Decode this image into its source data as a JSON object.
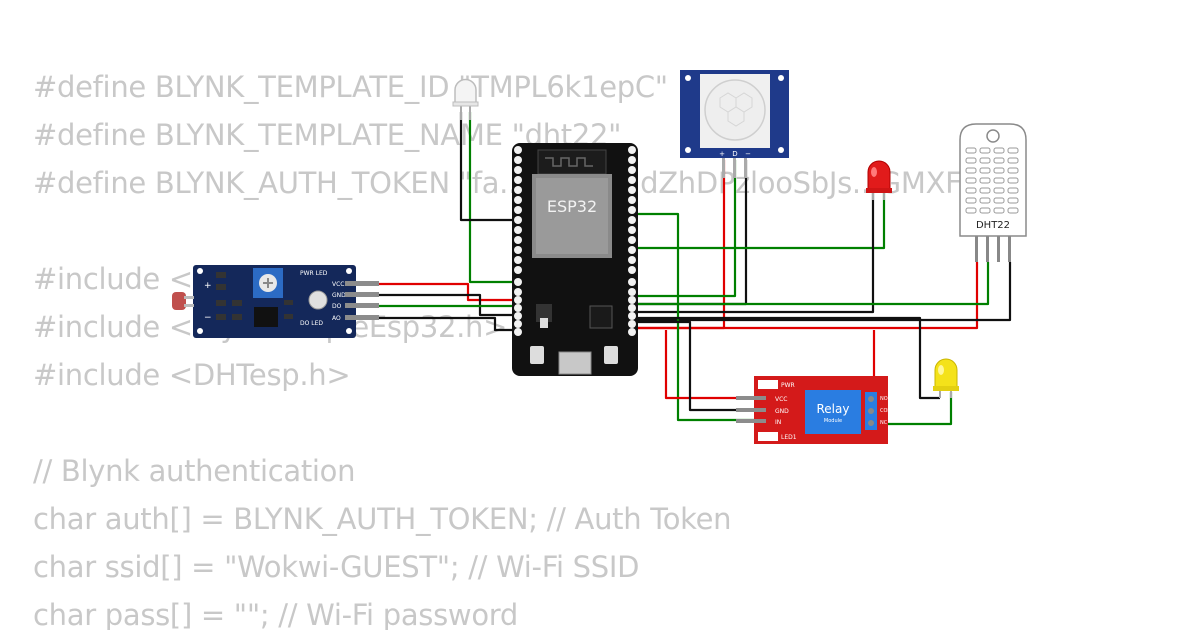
{
  "code_lines": [
    {
      "text": "#define BLYNK_TEMPLATE_ID \"TMPL6k1epC\""
    },
    {
      "text": "#define BLYNK_TEMPLATE_NAME \"dht22\""
    },
    {
      "text": "#define BLYNK_AUTH_TOKEN \"fa...QqV4zUdZhDPzlooSbJs...GMXF\""
    },
    {
      "text": ""
    },
    {
      "text": "#include <"
    },
    {
      "text": "#include <BlynkSimpleEsp32.h>"
    },
    {
      "text": "#include <DHTesp.h>"
    },
    {
      "text": ""
    },
    {
      "text": "// Blynk authentication"
    },
    {
      "text": "char auth[] = BLYNK_AUTH_TOKEN; // Auth Token"
    },
    {
      "text": "char ssid[] = \"Wokwi-GUEST\"; // Wi-Fi SSID"
    },
    {
      "text": "char pass[] = \"\"; // Wi-Fi password"
    }
  ],
  "components": {
    "esp32": {
      "label": "ESP32"
    },
    "dht22": {
      "label": "DHT22"
    },
    "relay": {
      "label": "Relay",
      "sublabel": "Module",
      "pins": [
        "VCC",
        "GND",
        "IN"
      ],
      "led_labels": [
        "PWR",
        "LED1"
      ],
      "terminal_labels": [
        "NO",
        "COM",
        "NC"
      ]
    },
    "pir": {
      "pins": [
        "+",
        "D",
        "−"
      ]
    },
    "ldr": {
      "pins": [
        "VCC",
        "GND",
        "DO",
        "AO"
      ],
      "led_labels": [
        "PWR LED",
        "DO LED"
      ],
      "side_labels": [
        "+",
        "−"
      ]
    }
  },
  "colors": {
    "wire_red": "#e00000",
    "wire_green": "#008000",
    "wire_black": "#101010",
    "code_text": "#c8c8c8",
    "esp32_board": "#111111",
    "pir_board": "#1f3a8a",
    "relay_board": "#d41a1a",
    "ldr_board": "#14285a"
  }
}
